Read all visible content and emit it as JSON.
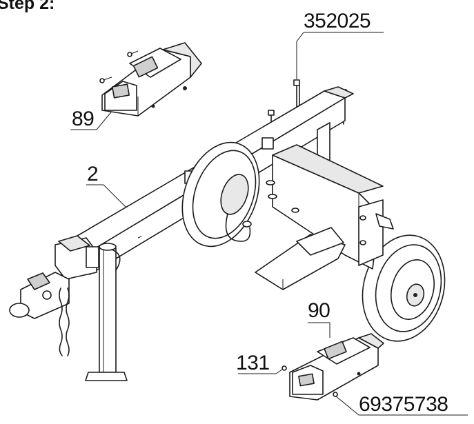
{
  "header": {
    "step_label": "Step 2:"
  },
  "callouts": {
    "bolt_set": "352025",
    "front_fender": "89",
    "frame_beam": "2",
    "rear_fender": "90",
    "washer": "131",
    "fender_bolt_set": "69375738"
  },
  "colors": {
    "line": "#1a1a1a",
    "background": "#ffffff"
  }
}
